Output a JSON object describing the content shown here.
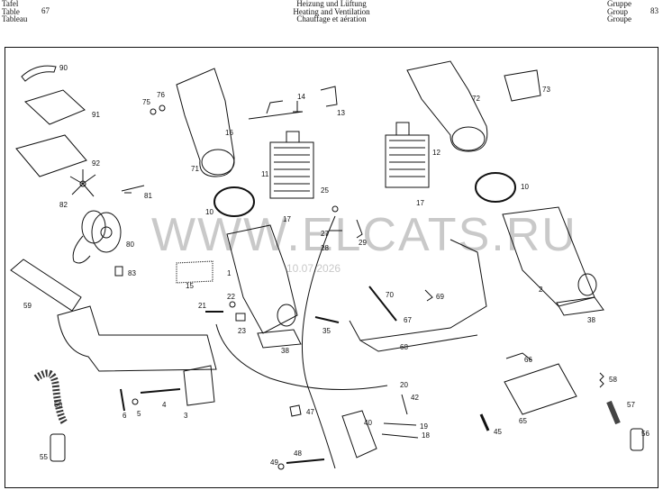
{
  "header": {
    "left_labels": [
      "Tafel",
      "Table",
      "Tableau"
    ],
    "left_number": "67",
    "center_titles": [
      "Heizung und Lüftung",
      "Heating and Ventilation",
      "Chauffage et aération"
    ],
    "right_labels": [
      "Gruppe",
      "Group",
      "Groupe"
    ],
    "right_number": "83"
  },
  "watermark": {
    "text": "WWW.ELCATS.RU",
    "date": "10.07.2026"
  },
  "parts": [
    {
      "label": "90"
    },
    {
      "label": "91"
    },
    {
      "label": "92"
    },
    {
      "label": "82"
    },
    {
      "label": "81"
    },
    {
      "label": "80"
    },
    {
      "label": "83"
    },
    {
      "label": "59"
    },
    {
      "label": "60"
    },
    {
      "label": "55"
    },
    {
      "label": "75"
    },
    {
      "label": "76"
    },
    {
      "label": "71"
    },
    {
      "label": "10"
    },
    {
      "label": "16"
    },
    {
      "label": "14"
    },
    {
      "label": "13"
    },
    {
      "label": "11"
    },
    {
      "label": "17"
    },
    {
      "label": "1"
    },
    {
      "label": "15"
    },
    {
      "label": "21"
    },
    {
      "label": "22"
    },
    {
      "label": "23"
    },
    {
      "label": "38"
    },
    {
      "label": "25"
    },
    {
      "label": "27"
    },
    {
      "label": "29"
    },
    {
      "label": "28"
    },
    {
      "label": "70"
    },
    {
      "label": "69"
    },
    {
      "label": "67"
    },
    {
      "label": "35"
    },
    {
      "label": "68"
    },
    {
      "label": "12"
    },
    {
      "label": "17"
    },
    {
      "label": "72"
    },
    {
      "label": "73"
    },
    {
      "label": "10"
    },
    {
      "label": "2"
    },
    {
      "label": "38"
    },
    {
      "label": "66"
    },
    {
      "label": "65"
    },
    {
      "label": "58"
    },
    {
      "label": "57"
    },
    {
      "label": "56"
    },
    {
      "label": "45"
    },
    {
      "label": "42"
    },
    {
      "label": "19"
    },
    {
      "label": "18"
    },
    {
      "label": "20"
    },
    {
      "label": "40"
    },
    {
      "label": "47"
    },
    {
      "label": "48"
    },
    {
      "label": "49"
    },
    {
      "label": "6"
    },
    {
      "label": "5"
    },
    {
      "label": "4"
    },
    {
      "label": "3"
    }
  ]
}
